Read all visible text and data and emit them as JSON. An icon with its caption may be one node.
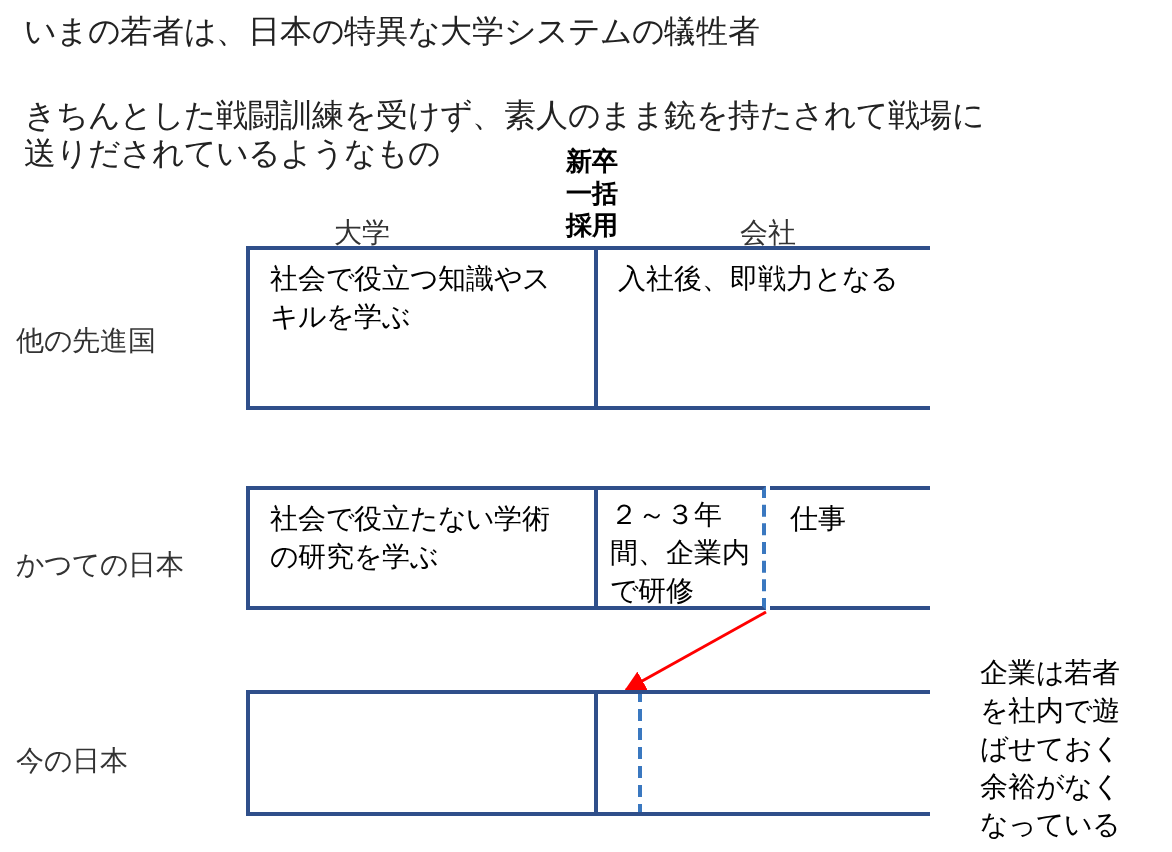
{
  "diagram": {
    "title": "いまの若者は、日本の特異な大学システムの犠牲者",
    "nodes": [
      {
        "text": [
          "社会で役立つ知識やスキルを学ぶ"
        ]
      },
      {
        "text": [
          "入社後、即戦力となる"
        ]
      },
      {
        "text": [
          "社会で役立たない学術の研究を学ぶ"
        ]
      },
      {
        "text": [
          "２～３年間、企業内で研修"
        ]
      },
      {
        "text": [
          "仕事"
        ]
      },
      {
        "text": [],
        "shape": "box"
      },
      {
        "text": [],
        "shape": "box"
      },
      {
        "text": [],
        "shape": "box"
      }
    ],
    "edges": [
      {
        "from": 3,
        "to": 6,
        "arrow": "to",
        "color": "#ff0000"
      }
    ],
    "labels": [
      "きちんとした戦闘訓練を受けず、素人のまま銃を持たされて戦場に送りだされているようなもの",
      "大学",
      "新卒一括採用",
      "会社",
      "他の先進国",
      "かつての日本",
      "今の日本",
      "企業は若者を社内で遊ばせておく余裕がなくなっている"
    ]
  }
}
